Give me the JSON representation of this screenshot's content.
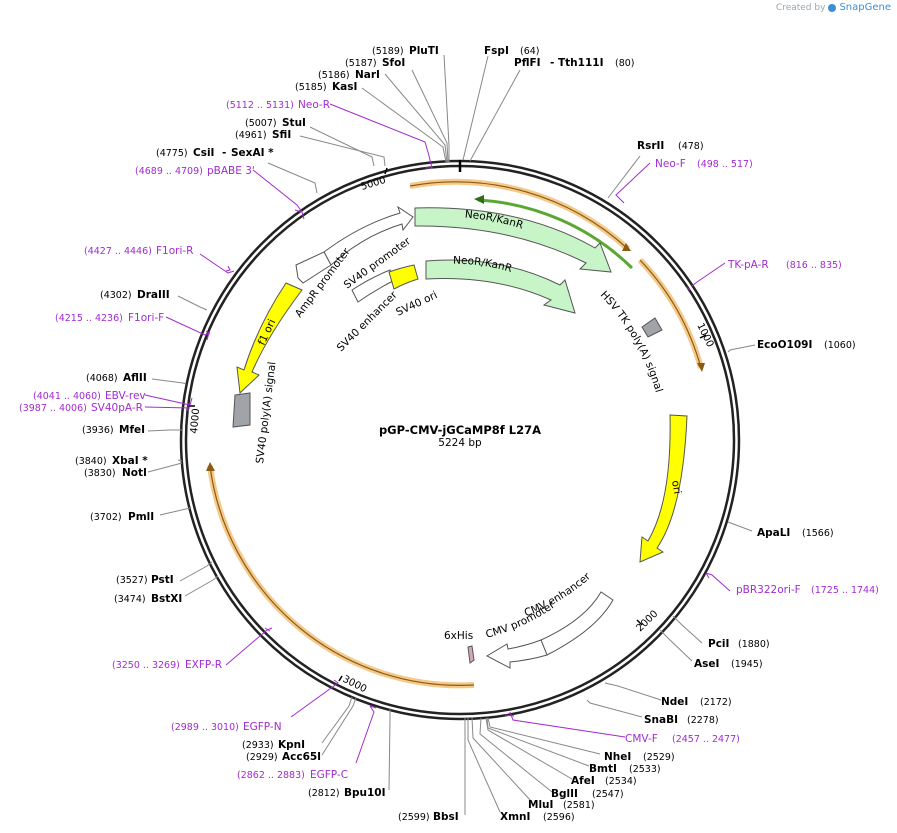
{
  "brand": {
    "prefix": "Created by",
    "name": "SnapGene"
  },
  "plasmid": {
    "name": "pGP-CMV-jGCaMP8f L27A",
    "size": "5224 bp",
    "length": 5224
  },
  "ticks": [
    "1000",
    "2000",
    "3000",
    "4000",
    "5000"
  ],
  "colors": {
    "primer": "#a22bd0",
    "backbone": "#222222",
    "feature_green": "#c7f5c7",
    "feature_yellow": "#ffff00",
    "feature_gray": "#a0a4a8",
    "highlight_orange": "#f4c98a"
  },
  "enzymes": [
    {
      "name": "FspI",
      "pos": "(64)"
    },
    {
      "name": "PflFI",
      "sep": "-",
      "name2": "Tth111I",
      "pos": "(80)"
    },
    {
      "name": "RsrII",
      "pos": "(478)"
    },
    {
      "name": "EcoO109I",
      "pos": "(1060)"
    },
    {
      "name": "ApaLI",
      "pos": "(1566)"
    },
    {
      "name": "PciI",
      "pos": "(1880)"
    },
    {
      "name": "AseI",
      "pos": "(1945)"
    },
    {
      "name": "NdeI",
      "pos": "(2172)"
    },
    {
      "name": "SnaBI",
      "pos": "(2278)"
    },
    {
      "name": "NheI",
      "pos": "(2529)"
    },
    {
      "name": "BmtI",
      "pos": "(2533)"
    },
    {
      "name": "AfeI",
      "pos": "(2534)"
    },
    {
      "name": "BglII",
      "pos": "(2547)"
    },
    {
      "name": "MluI",
      "pos": "(2581)"
    },
    {
      "name": "XmnI",
      "pos": "(2596)"
    },
    {
      "name": "BbsI",
      "pos": "(2599)"
    },
    {
      "name": "Bpu10I",
      "pos": "(2812)"
    },
    {
      "name": "Acc65I",
      "pos": "(2929)"
    },
    {
      "name": "KpnI",
      "pos": "(2933)"
    },
    {
      "name": "BstXI",
      "pos": "(3474)"
    },
    {
      "name": "PstI",
      "pos": "(3527)"
    },
    {
      "name": "PmlI",
      "pos": "(3702)"
    },
    {
      "name": "NotI",
      "pos": "(3830)"
    },
    {
      "name": "XbaI *",
      "pos": "(3840)"
    },
    {
      "name": "MfeI",
      "pos": "(3936)"
    },
    {
      "name": "AflII",
      "pos": "(4068)"
    },
    {
      "name": "DraIII",
      "pos": "(4302)"
    },
    {
      "name": "CsiI",
      "sep": "-",
      "name2": "SexAI *",
      "pos": "(4775)"
    },
    {
      "name": "SfiI",
      "pos": "(4961)"
    },
    {
      "name": "StuI",
      "pos": "(5007)"
    },
    {
      "name": "KasI",
      "pos": "(5185)"
    },
    {
      "name": "NarI",
      "pos": "(5186)"
    },
    {
      "name": "SfoI",
      "pos": "(5187)"
    },
    {
      "name": "PluTI",
      "pos": "(5189)"
    }
  ],
  "primers": [
    {
      "name": "Neo-F",
      "range": "(498 .. 517)"
    },
    {
      "name": "TK-pA-R",
      "range": "(816 .. 835)"
    },
    {
      "name": "pBR322ori-F",
      "range": "(1725 .. 1744)"
    },
    {
      "name": "CMV-F",
      "range": "(2457 .. 2477)"
    },
    {
      "name": "EGFP-C",
      "range": "(2862 .. 2883)"
    },
    {
      "name": "EGFP-N",
      "range": "(2989 .. 3010)"
    },
    {
      "name": "EXFP-R",
      "range": "(3250 .. 3269)"
    },
    {
      "name": "SV40pA-R",
      "range": "(3987 .. 4006)"
    },
    {
      "name": "EBV-rev",
      "range": "(4041 .. 4060)"
    },
    {
      "name": "F1ori-F",
      "range": "(4215 .. 4236)"
    },
    {
      "name": "F1ori-R",
      "range": "(4427 .. 4446)"
    },
    {
      "name": "pBABE 3'",
      "range": "(4689 .. 4709)"
    },
    {
      "name": "Neo-R",
      "range": "(5112 .. 5131)"
    }
  ],
  "features": {
    "neo1": "NeoR/KanR",
    "neo2": "NeoR/KanR",
    "hsv": "HSV TK poly(A) signal",
    "ori": "ori",
    "cmv_enh": "CMV enhancer",
    "cmv_prom": "CMV promoter",
    "his": "6xHis",
    "sv40pa": "SV40 poly(A) signal",
    "f1ori": "f1 ori",
    "ampr_prom": "AmpR promoter",
    "sv40_prom": "SV40 promoter",
    "sv40_enh": "SV40 enhancer",
    "sv40_ori": "SV40 ori"
  }
}
